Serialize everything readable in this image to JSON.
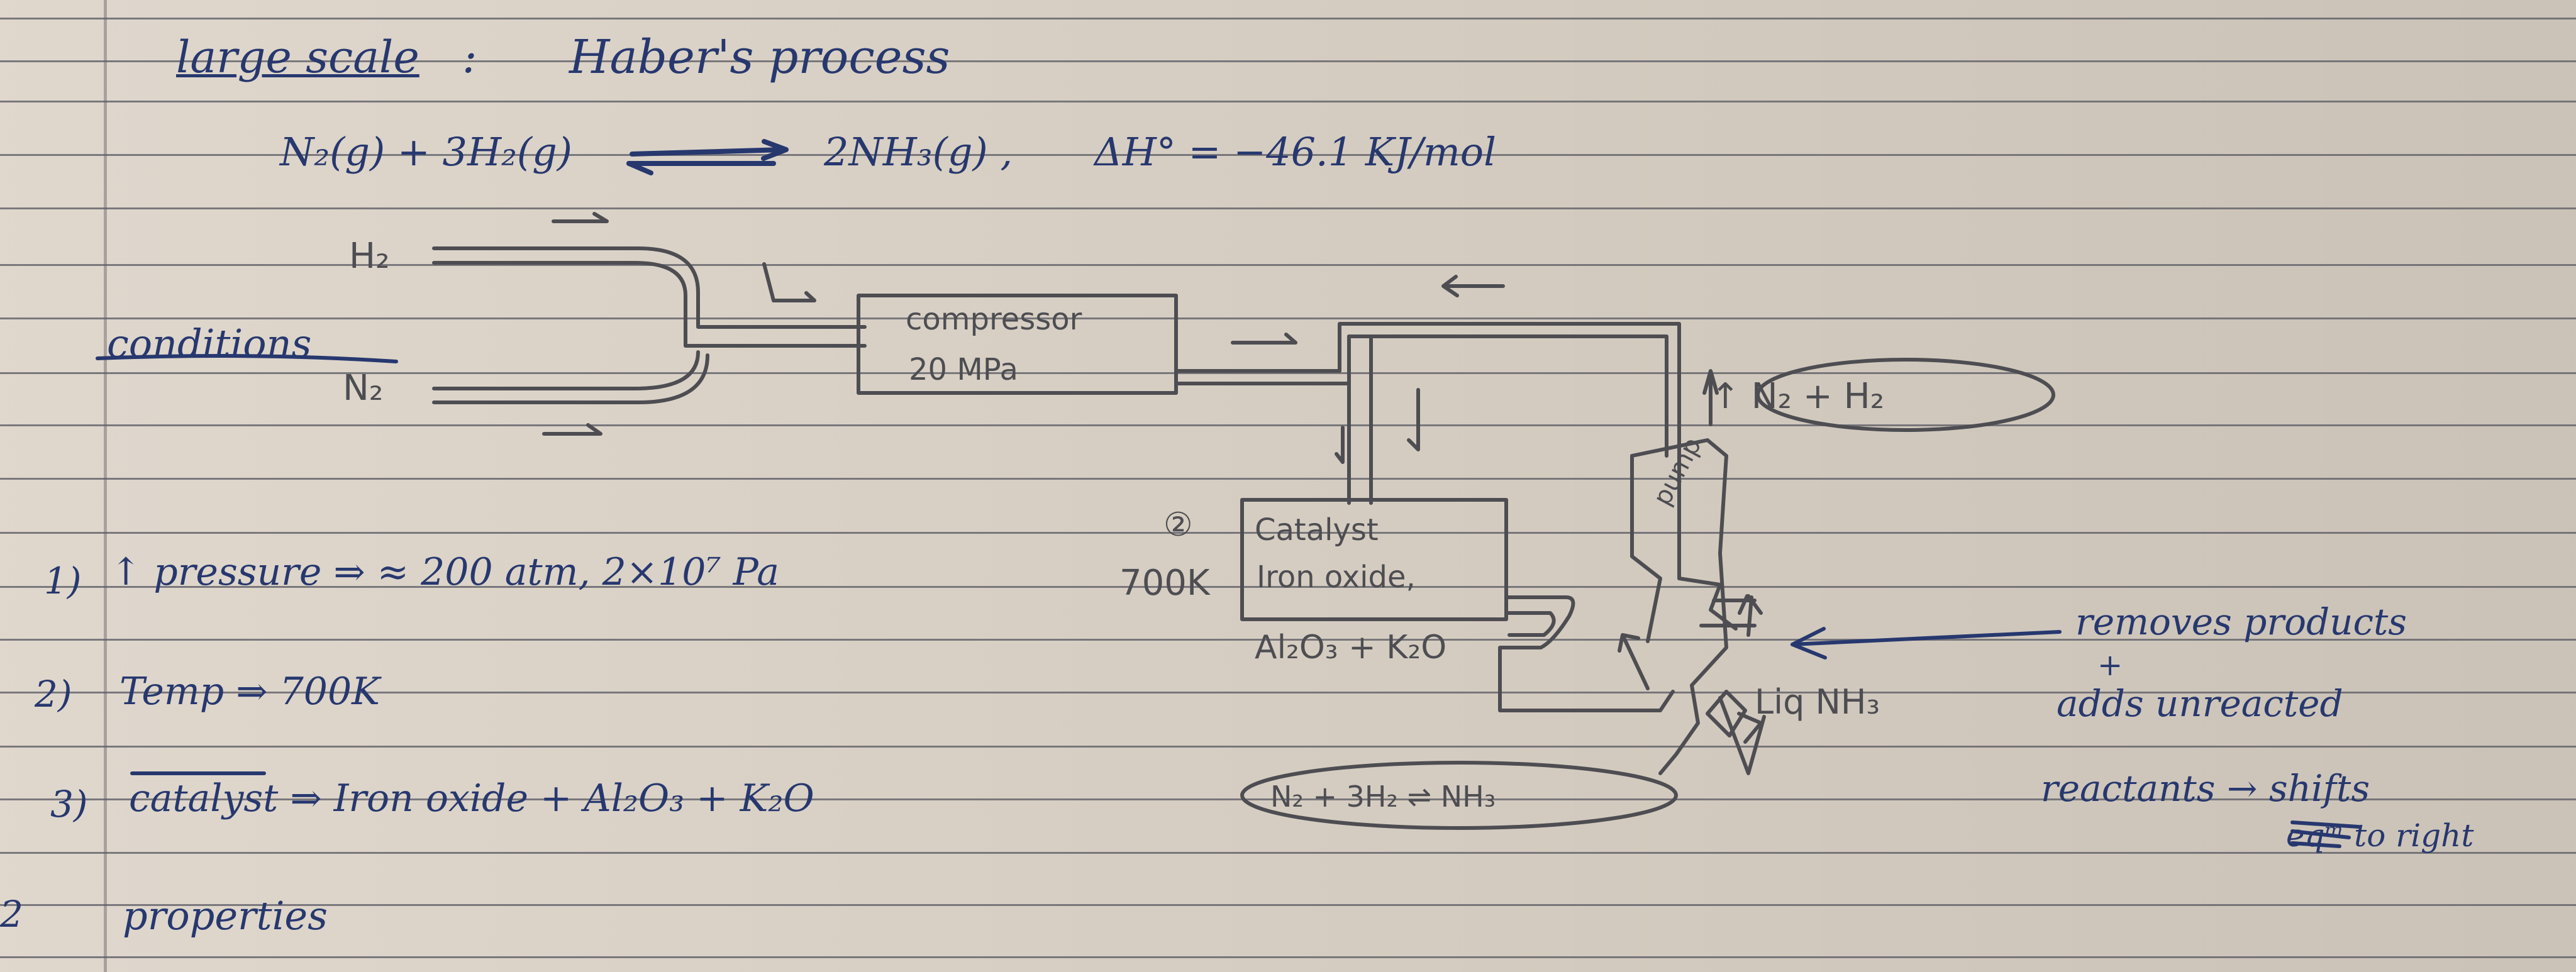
{
  "heading": {
    "label": "large scale",
    "colon": ":",
    "title": "Haber's process"
  },
  "equation": {
    "reactants": "N₂(g) + 3H₂(g)",
    "products": "2NH₃(g) ,",
    "enthalpy": "ΔH° = −46.1 KJ/mol"
  },
  "diagram": {
    "h2": "H₂",
    "n2": "N₂",
    "compressor": "compressor",
    "pressure": "20 MPa",
    "recycle": "↑ N₂ + H₂",
    "pump": "pump",
    "catalyst_number": "②",
    "catalyst_line1": "Catalyst",
    "catalyst_line2": "Iron oxide,",
    "catalyst_line3": "Al₂O₃ + K₂O",
    "temperature": "700K",
    "liquid": "Liq NH₃",
    "equilibrium": "N₂ + 3H₂ ⇌ NH₃"
  },
  "conditions": {
    "heading": "conditions",
    "items": [
      {
        "number": "1)",
        "text": "↑ pressure ⇒ ≈ 200 atm, 2×10⁷ Pa"
      },
      {
        "number": "2)",
        "text": "Temp ⇒ 700K"
      },
      {
        "number": "3)",
        "text": "catalyst ⇒ Iron oxide + Al₂O₃ + K₂O"
      }
    ]
  },
  "annotation": {
    "line1": "removes products",
    "plus": "+",
    "line2": "adds unreacted",
    "line3": "reactants → shifts",
    "line4": "eqᵐ to right"
  },
  "properties": {
    "number": "2",
    "label": "properties"
  }
}
